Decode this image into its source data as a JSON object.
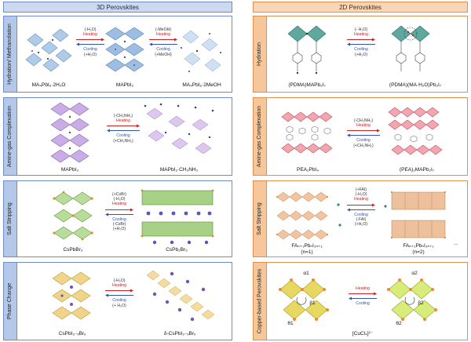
{
  "headers": {
    "left": "3D Perovskites",
    "right": "2D Perovskites"
  },
  "colors": {
    "blue_border": "#6e8cc8",
    "orange_border": "#e0904c",
    "heating": "#d02020",
    "cooling": "#2d55b8"
  },
  "panels": {
    "hydration3d": {
      "tab": "Hydration/ Methanolation",
      "labels": [
        "MA₄PbI₆·2H₂O",
        "MAPbI₃",
        "MA₄PbI₆·2MeOH"
      ],
      "a1": {
        "top": "(-H₂O)",
        "heat": "Heating",
        "cool": "Cooling",
        "bot": "(+H₂O)"
      },
      "a2": {
        "top": "(-MeOH)",
        "heat": "Heating",
        "cool": "Cooling",
        "bot": "(+MeOH)"
      }
    },
    "amine3d": {
      "tab": "Amine-gas Complexation",
      "labels": [
        "MAPbI₃",
        "MAPbI₃·CH₃NH₂"
      ],
      "a1": {
        "top": "(-CH₃NH₂)",
        "heat": "Heating",
        "cool": "Cooling",
        "bot": "(+CH₃NH₂)"
      }
    },
    "salt3d": {
      "tab": "Salt Stripping",
      "labels": [
        "CsPbBr₃",
        "CsPb₂Br₅"
      ],
      "a1": {
        "top": "(+CsBr)",
        "top2": "(-H₂O)",
        "heat": "Heating",
        "cool": "Cooling",
        "bot": "(-CsBr)",
        "bot2": "(+H₂O)"
      }
    },
    "phase3d": {
      "tab": "Phase Change",
      "labels": [
        "CsPbI₃₋ₓBrₓ",
        "δ-CsPbI₃₋ₓBrₓ"
      ],
      "a1": {
        "top": "(-H₂O)",
        "heat": "Heating",
        "cool": "Cooling",
        "bot": "(+ H₂O)"
      }
    },
    "hydration2d": {
      "tab": "Hydration",
      "labels": [
        "(PDMA)MAPb₂I₇",
        "(PDMA)(MA·H₂O)Pb₂I₇"
      ],
      "a1": {
        "top": "(- H₂O)",
        "heat": "Heating",
        "cool": "Cooling",
        "bot": "(+H₂O)"
      }
    },
    "amine2d": {
      "tab": "Amine-gas Complexation",
      "labels": [
        "PEA₂PbI₄",
        "(PEA)₂MAPb₂I₇"
      ],
      "a1": {
        "top": "(-CH₃NH₂)",
        "heat": "Heating",
        "cool": "Cooling",
        "bot": "(+CH₃NH₂)"
      }
    },
    "salt2d": {
      "tab": "Salt Stripping",
      "labels": [
        "FAₙ₊₁PbₙI₃ₙ₊₁",
        "(n=1)",
        "FAₙ₊₁PbₙI₃ₙ₊₁",
        "(n=2)",
        "..."
      ],
      "a1": {
        "top": "(+FAI)",
        "top2": "(-H₂O)",
        "heat": "Heating",
        "cool": "Cooling",
        "bot": "(-FAI)",
        "bot2": "(+H₂O)"
      }
    },
    "copper2d": {
      "tab": "Copper-based Perovskites",
      "labels": [
        "[CuCl₄]²⁻"
      ],
      "angles": [
        "α1",
        "β1",
        "θ1",
        "α2",
        "β2",
        "θ2"
      ],
      "a1": {
        "heat": "Heating",
        "cool": "Cooling"
      }
    }
  }
}
